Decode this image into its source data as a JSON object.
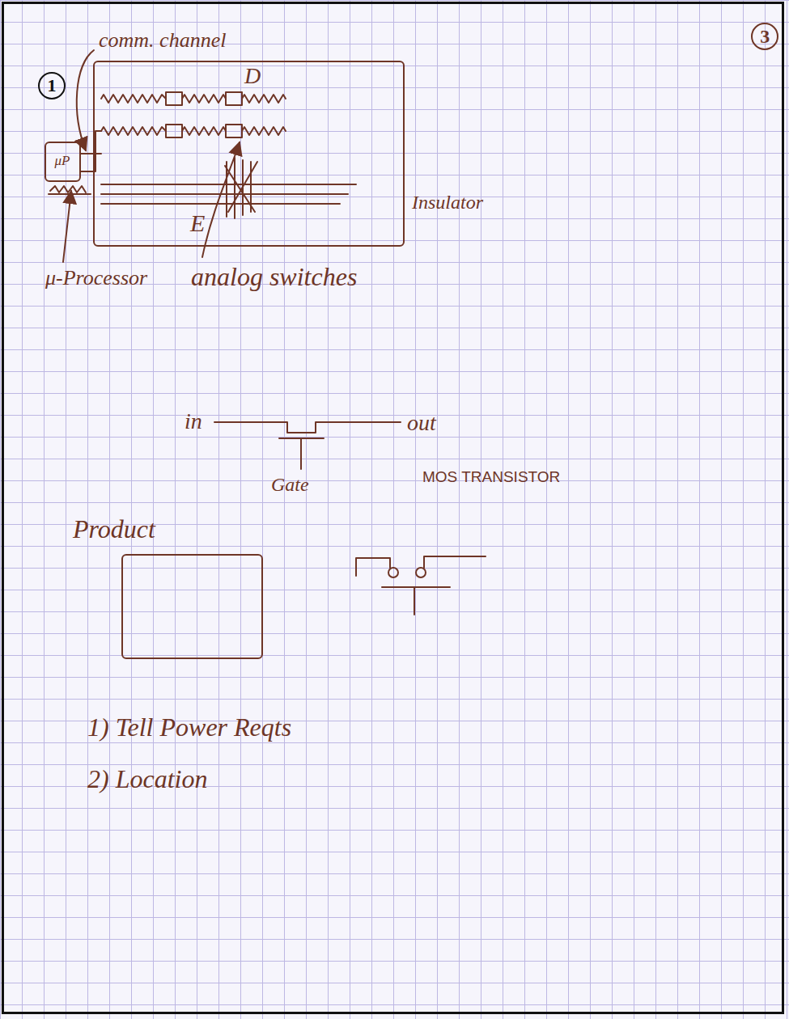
{
  "diagram": {
    "nodes": [
      {
        "text": [
          "D",
          "E",
          "Insulator"
        ]
      },
      {
        "text": [
          "μP"
        ]
      },
      {
        "text": [
          "Product"
        ]
      }
    ],
    "labels": [
      "3",
      "1",
      "comm. channel",
      "μ-Processor",
      "analog switches",
      "in",
      "out",
      "Gate",
      "MOS TRANSISTOR",
      "1) Tell Power Reqts",
      "2) Location"
    ]
  }
}
